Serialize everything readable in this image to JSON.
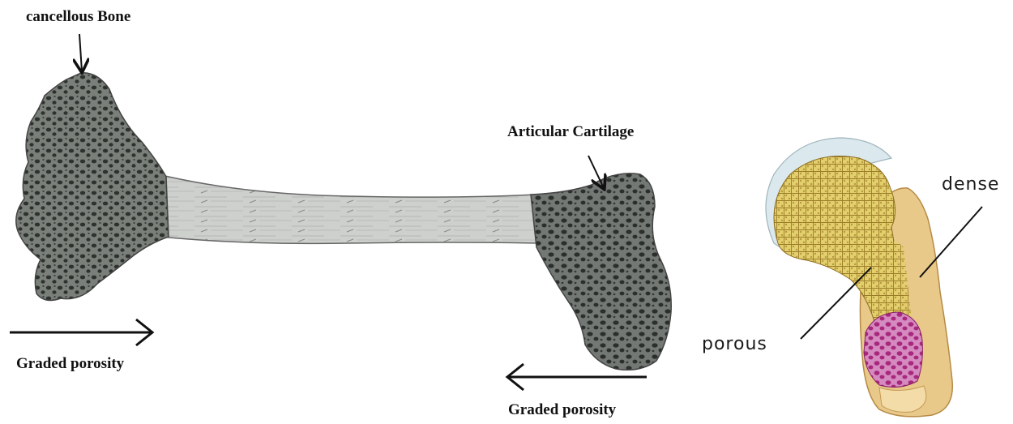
{
  "labels": {
    "cancellous_bone": "cancellous Bone",
    "articular_cartilage": "Articular Cartilage",
    "graded_porosity_left": "Graded porosity",
    "graded_porosity_right": "Graded porosity",
    "dense": "dense",
    "porous": "porous"
  },
  "colors": {
    "cancellous_fill": "#6f746f",
    "cancellous_pore": "#2f332f",
    "shaft_fill": "#c9cbc9",
    "outline": "#555555",
    "trabecular_yellow": "#d9c35a",
    "cortical_tan": "#e8c98a",
    "marrow_magenta": "#b0388a",
    "cartilage_blue": "#cfe4ea"
  }
}
